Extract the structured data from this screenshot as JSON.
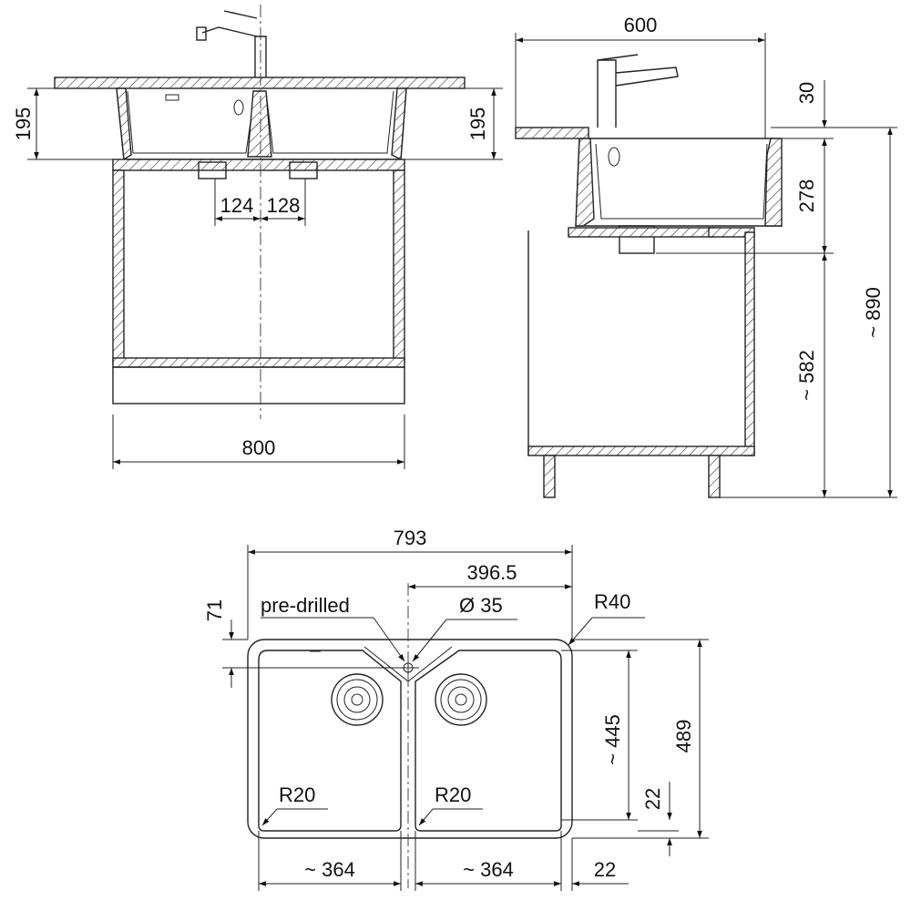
{
  "front_view": {
    "dim_height_left": "195",
    "dim_height_right": "195",
    "dim_drain_left": "124",
    "dim_drain_right": "128",
    "dim_width": "800"
  },
  "side_view": {
    "dim_depth": "600",
    "dim_top": "30",
    "dim_bowl": "278",
    "dim_cabinet": "~ 582",
    "dim_total": "~ 890"
  },
  "plan_view": {
    "dim_overall_width": "793",
    "dim_half_width": "396.5",
    "label_predrilled": "pre-drilled",
    "dim_hole": "Ø 35",
    "dim_radius_outer": "R40",
    "dim_offset": "71",
    "dim_bowl_depth": "~ 445",
    "dim_overall_depth": "489",
    "dim_rim_small": "22",
    "dim_radius_left": "R20",
    "dim_radius_right": "R20",
    "dim_bowl_left_width": "~ 364",
    "dim_bowl_right_width": "~ 364",
    "dim_rim_bottom": "22"
  }
}
